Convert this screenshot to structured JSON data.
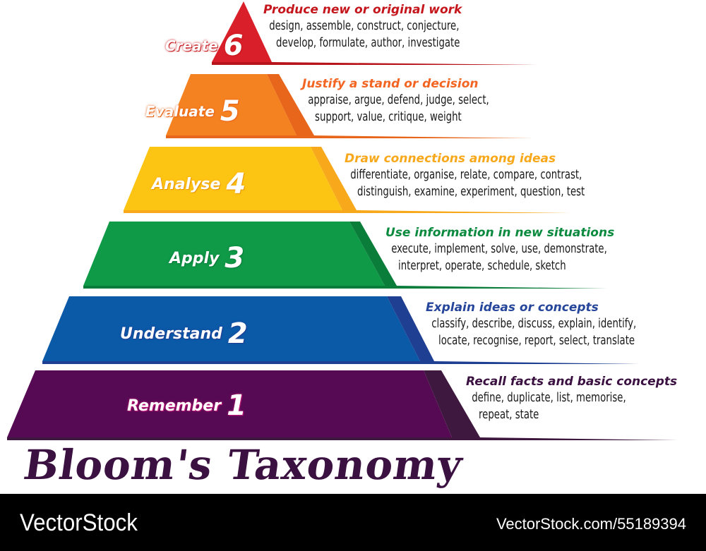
{
  "title": "Bloom's Taxonomy",
  "tiers": [
    {
      "level": "6",
      "name": "Create",
      "heading": "Produce new or original work",
      "verbs_line1": "design, assemble, construct, conjecture,",
      "verbs_line2": "develop, formulate, author, investigate",
      "color": "#d9202a",
      "heading_color": "#c4161c"
    },
    {
      "level": "5",
      "name": "Evaluate",
      "heading": "Justify a stand or decision",
      "verbs_line1": "appraise, argue, defend, judge, select,",
      "verbs_line2": "support, value, critique, weight",
      "color": "#f58220",
      "heading_color": "#f26522"
    },
    {
      "level": "4",
      "name": "Analyse",
      "heading": "Draw connections among ideas",
      "verbs_line1": "differentiate, organise, relate, compare, contrast,",
      "verbs_line2": "distinguish, examine, experiment, question, test",
      "color": "#fdb913",
      "heading_color": "#f7a81b"
    },
    {
      "level": "3",
      "name": "Apply",
      "heading": "Use information in new situations",
      "verbs_line1": "execute, implement, solve, use, demonstrate,",
      "verbs_line2": "interpret, operate, schedule, sketch",
      "color": "#0f9a48",
      "heading_color": "#0a8a3e"
    },
    {
      "level": "2",
      "name": "Understand",
      "heading": "Explain ideas or concepts",
      "verbs_line1": "classify, describe, discuss, explain, identify,",
      "verbs_line2": "locate, recognise, report, select, translate",
      "color": "#0b5aa8",
      "heading_color": "#26469b"
    },
    {
      "level": "1",
      "name": "Remember",
      "heading": "Recall facts and basic concepts",
      "verbs_line1": "define, duplicate, list, memorise,",
      "verbs_line2": "repeat, state",
      "color": "#570a54",
      "heading_color": "#3a1140"
    }
  ],
  "footer": {
    "brand": "VectorStock",
    "url": "VectorStock.com/55189394"
  }
}
